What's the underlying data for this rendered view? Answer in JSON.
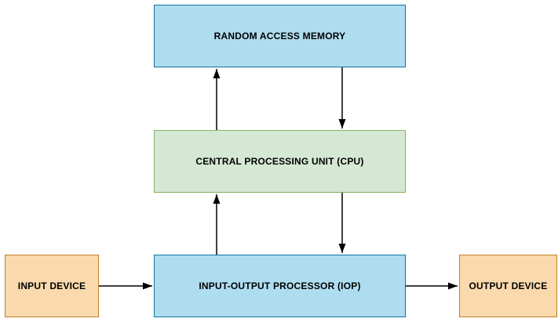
{
  "diagram": {
    "nodes": {
      "ram": {
        "label": "RANDOM ACCESS MEMORY"
      },
      "cpu": {
        "label": "CENTRAL PROCESSING UNIT (CPU)"
      },
      "iop": {
        "label": "INPUT-OUTPUT PROCESSOR (IOP)"
      },
      "input": {
        "label": "INPUT DEVICE"
      },
      "output": {
        "label": "OUTPUT DEVICE"
      }
    },
    "edges": [
      {
        "from": "cpu",
        "to": "ram",
        "direction": "up"
      },
      {
        "from": "ram",
        "to": "cpu",
        "direction": "down"
      },
      {
        "from": "iop",
        "to": "cpu",
        "direction": "up"
      },
      {
        "from": "cpu",
        "to": "iop",
        "direction": "down"
      },
      {
        "from": "input",
        "to": "iop",
        "direction": "right"
      },
      {
        "from": "iop",
        "to": "output",
        "direction": "right"
      }
    ]
  },
  "colors": {
    "canvas_bg": "#ffffff",
    "blue_fill": "#AFDDF0",
    "blue_stroke": "#10739E",
    "green_fill": "#D5E8D4",
    "green_stroke": "#82B366",
    "orange_fill": "#FAD9AC",
    "orange_stroke": "#C17E29",
    "line": "#000000",
    "text": "#000000"
  }
}
